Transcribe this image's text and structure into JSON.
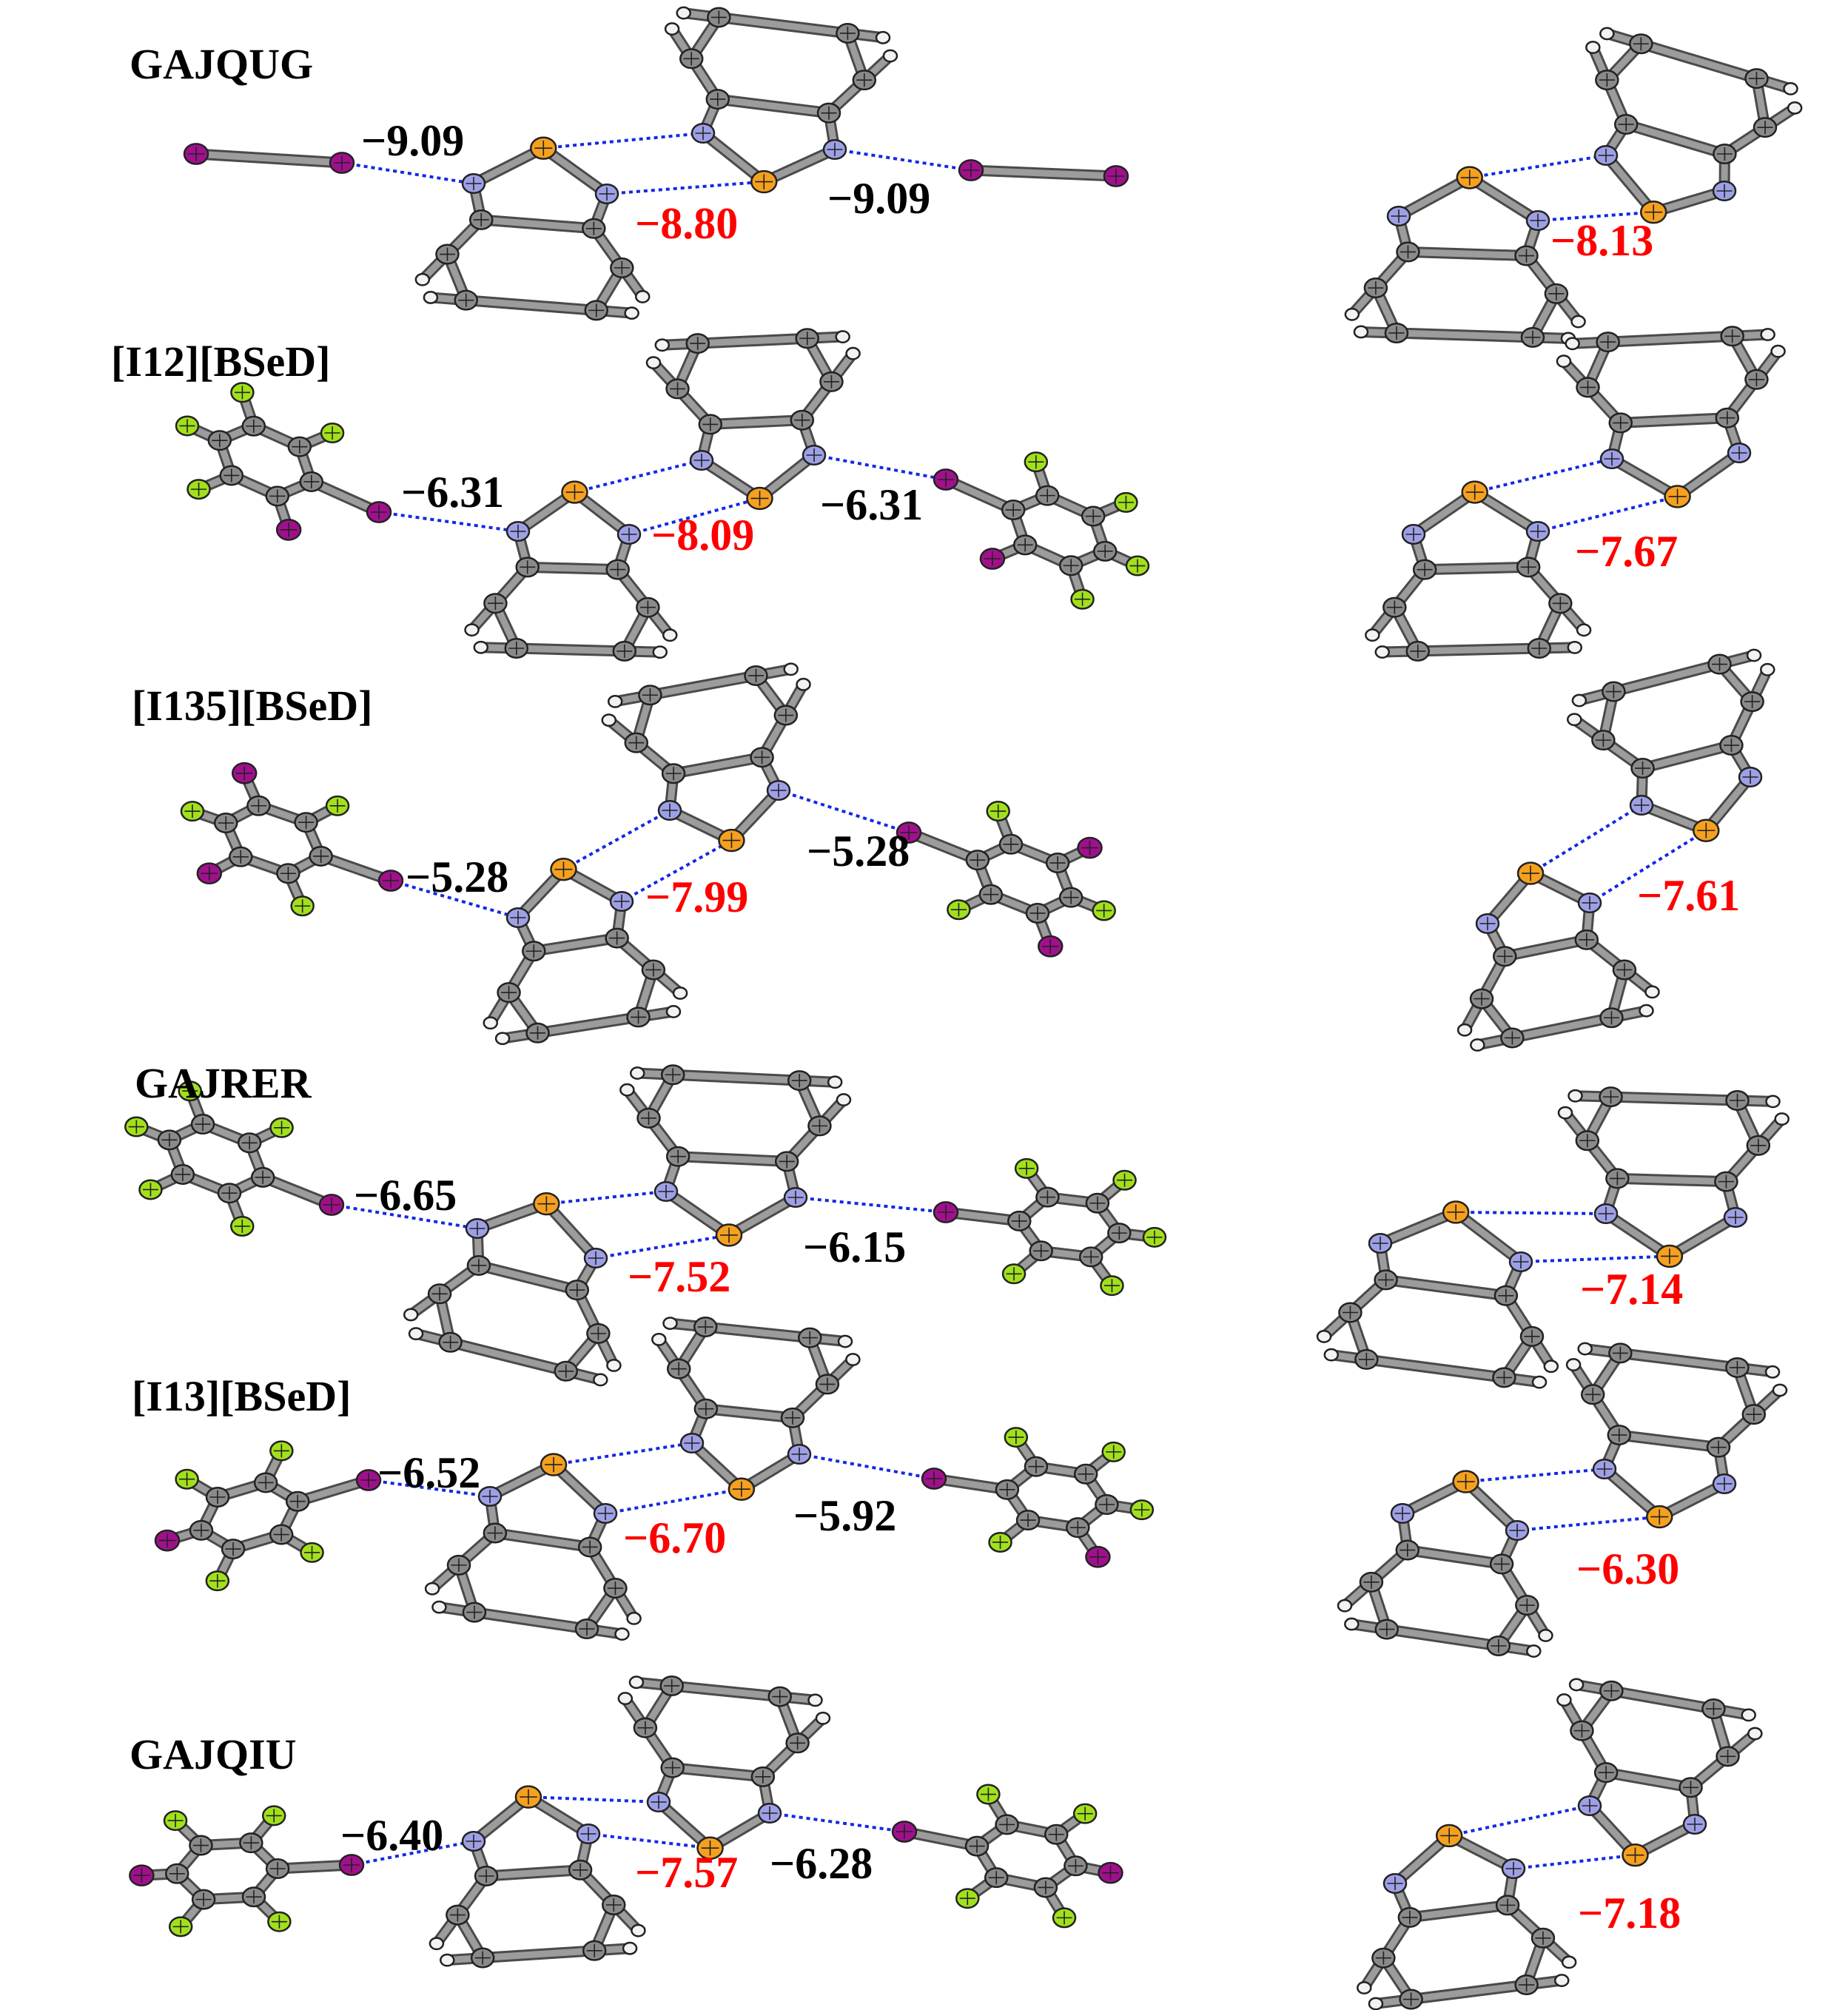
{
  "colors": {
    "carbon": "#8a8a8a",
    "hydrogen": "#f2f2f2",
    "nitrogen": "#9ea0e6",
    "selenium": "#f5a01e",
    "iodine": "#a0108c",
    "fluorine": "#a2e01c",
    "contact": "#1428e6",
    "xb_label": "#000000",
    "chalcogen_label": "#ff0000"
  },
  "panels": [
    {
      "title": "GAJQUG",
      "left_xb": "−9.09",
      "center": "−8.80",
      "right_xb": "−9.09",
      "dimer": "−8.13"
    },
    {
      "title": "[I12][BSeD]",
      "left_xb": "−6.31",
      "center": "−8.09",
      "right_xb": "−6.31",
      "dimer": "−7.67"
    },
    {
      "title": "[I135][BSeD]",
      "left_xb": "−5.28",
      "center": "−7.99",
      "right_xb": "−5.28",
      "dimer": "−7.61"
    },
    {
      "title": "GAJRER",
      "left_xb": "−6.65",
      "center": "−7.52",
      "right_xb": "−6.15",
      "dimer": "−7.14"
    },
    {
      "title": "[I13][BSeD]",
      "left_xb": "−6.52",
      "center": "−6.70",
      "right_xb": "−5.92",
      "dimer": "−6.30"
    },
    {
      "title": "GAJQIU",
      "left_xb": "−6.40",
      "center": "−7.57",
      "right_xb": "−6.28",
      "dimer": "−7.18"
    }
  ]
}
